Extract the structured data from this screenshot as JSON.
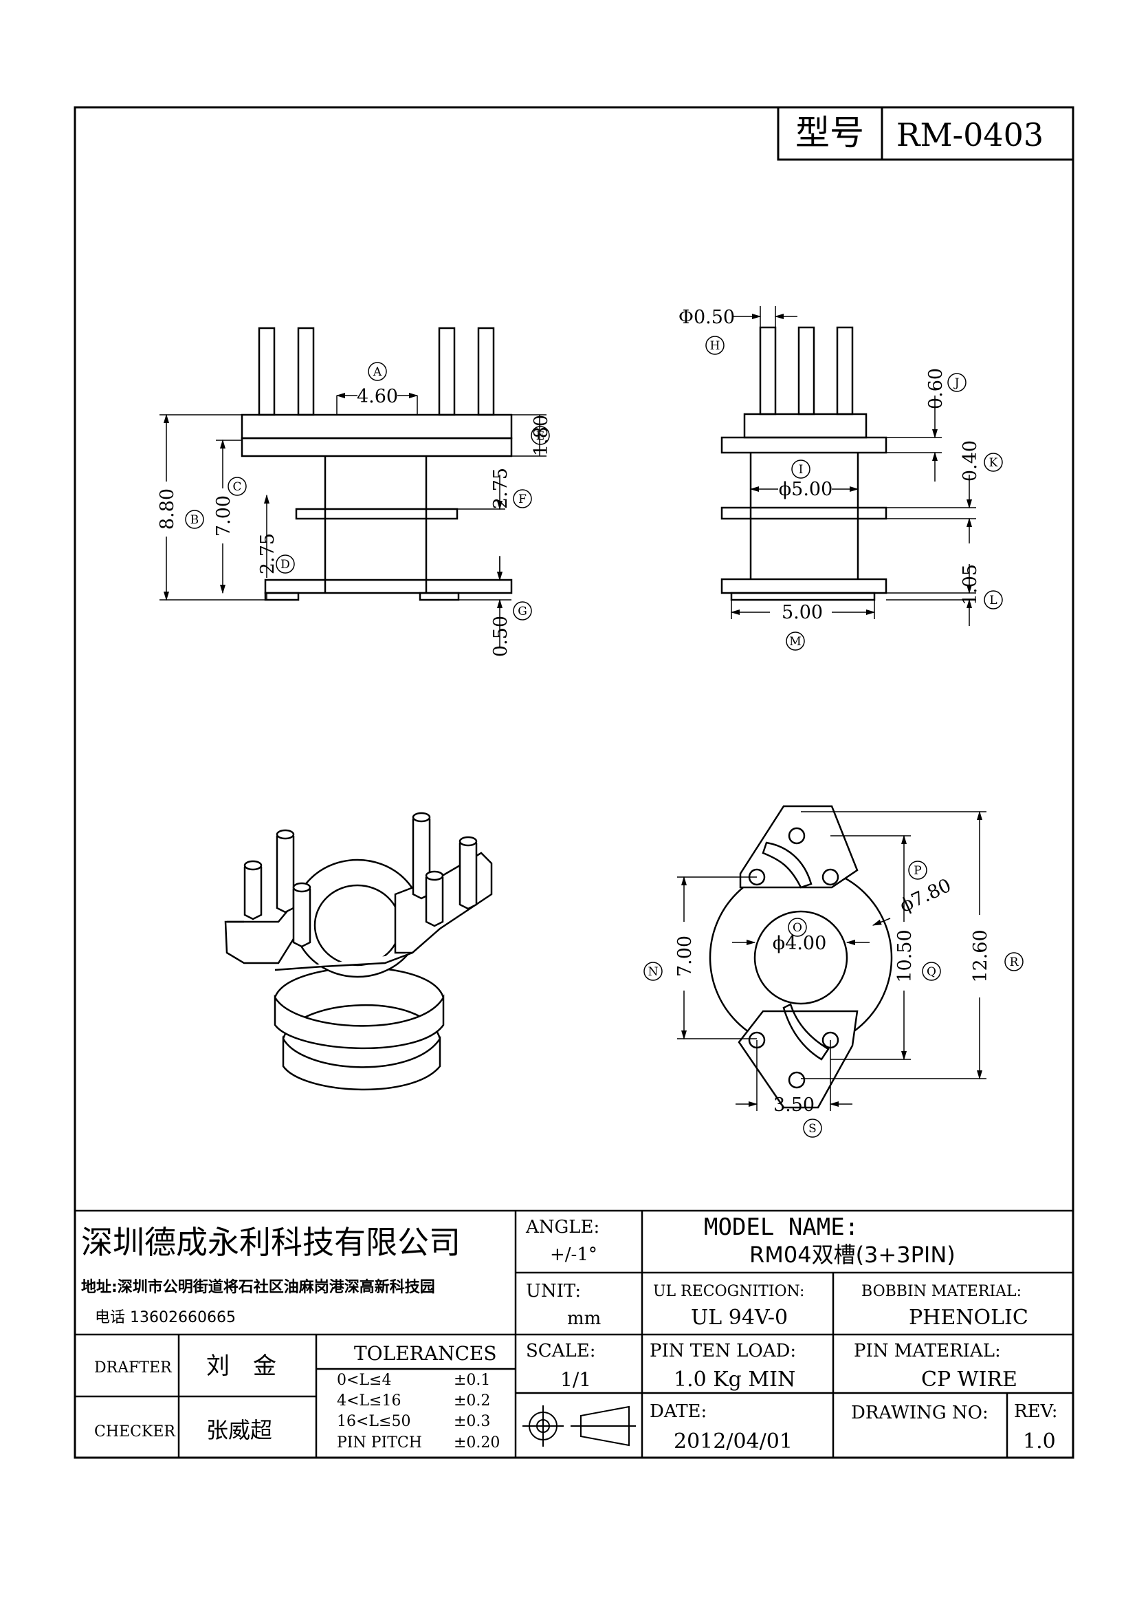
{
  "header": {
    "model_label": "型号",
    "model_value": "RM-0403"
  },
  "front_view": {
    "dim_a": "4.60",
    "dim_b": "8.80",
    "dim_c": "7.00",
    "dim_d": "2.75",
    "dim_e": "1.80",
    "dim_f": "2.75",
    "dim_g": "0.50"
  },
  "side_view": {
    "dim_h": "Φ0.50",
    "dim_i": "ϕ5.00",
    "dim_j": "0.60",
    "dim_k": "0.40",
    "dim_l": "1.05",
    "dim_m": "5.00"
  },
  "bottom_view": {
    "dim_n": "7.00",
    "dim_o": "ϕ4.00",
    "dim_p": "ϕ7.80",
    "dim_q": "10.50",
    "dim_r": "12.60",
    "dim_s": "3.50"
  },
  "markers": [
    "A",
    "B",
    "C",
    "D",
    "E",
    "F",
    "G",
    "H",
    "I",
    "J",
    "K",
    "L",
    "M",
    "N",
    "O",
    "P",
    "Q",
    "R",
    "S"
  ],
  "title_block": {
    "company": "深圳德成永利科技有限公司",
    "address": "地址:深圳市公明街道将石社区油麻岗港深高新科技园",
    "phone": "电话 13602660665",
    "angle_label": "ANGLE:",
    "angle_value": "+/-1°",
    "model_name_label": "MODEL NAME:",
    "model_name_value": "RM04双槽(3+3PIN)",
    "unit_label": "UNIT:",
    "unit_value": "mm",
    "ul_label": "UL RECOGNITION:",
    "ul_value": "UL 94V-0",
    "bobbin_label": "BOBBIN MATERIAL:",
    "bobbin_value": "PHENOLIC",
    "drafter_label": "DRAFTER",
    "drafter_value": "刘　金",
    "checker_label": "CHECKER",
    "checker_value": "张威超",
    "tolerances_label": "TOLERANCES",
    "tolerances": [
      {
        "range": "0<L≤4",
        "value": "±0.1"
      },
      {
        "range": "4<L≤16",
        "value": "±0.2"
      },
      {
        "range": "16<L≤50",
        "value": "±0.3"
      },
      {
        "range": "PIN PITCH",
        "value": "±0.20"
      }
    ],
    "scale_label": "SCALE:",
    "scale_value": "1/1",
    "pin_load_label": "PIN TEN LOAD:",
    "pin_load_value": "1.0 Kg MIN",
    "pin_material_label": "PIN MATERIAL:",
    "pin_material_value": "CP WIRE",
    "date_label": "DATE:",
    "date_value": "2012/04/01",
    "drawing_no_label": "DRAWING NO:",
    "rev_label": "REV:",
    "rev_value": "1.0"
  }
}
